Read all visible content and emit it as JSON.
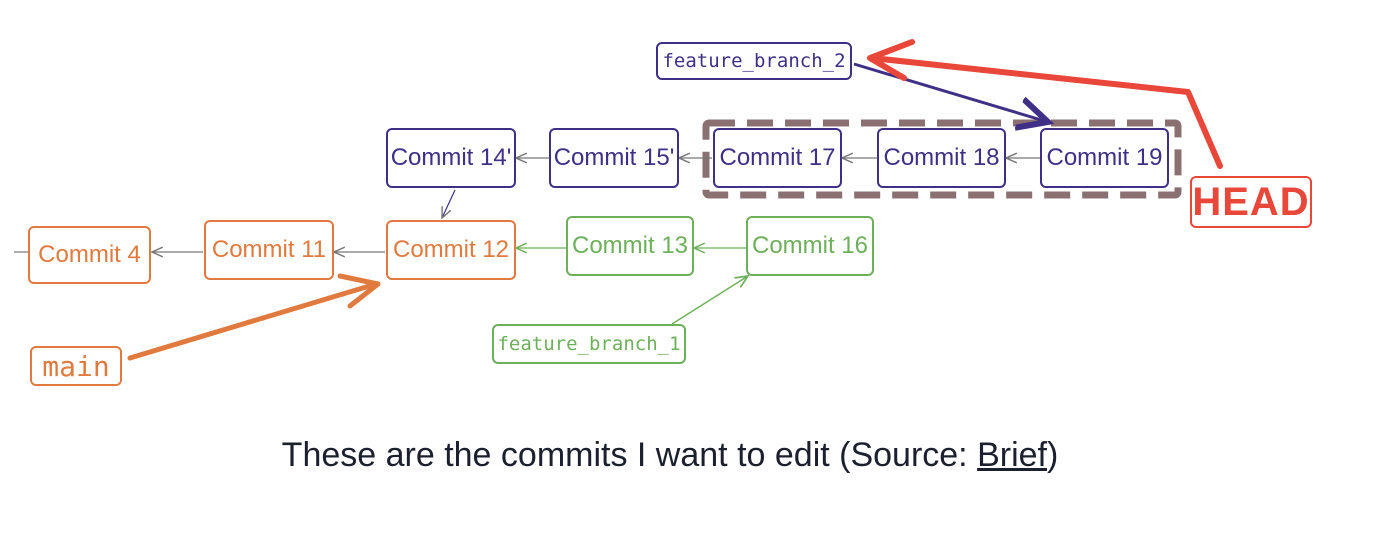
{
  "colors": {
    "main_branch": "#e07a3e",
    "feature_branch_1": "#6db05a",
    "feature_branch_2": "#3f2f86",
    "head": "#e8473a",
    "selection": "#8a7070"
  },
  "commits": {
    "c4": "Commit 4",
    "c11": "Commit 11",
    "c12": "Commit 12",
    "c13": "Commit 13",
    "c16": "Commit 16",
    "c14p": "Commit 14'",
    "c15p": "Commit 15'",
    "c17": "Commit 17",
    "c18": "Commit 18",
    "c19": "Commit 19"
  },
  "labels": {
    "main": "main",
    "feature_branch_1": "feature_branch_1",
    "feature_branch_2": "feature_branch_2",
    "head": "HEAD"
  },
  "caption": {
    "text": "These are the commits I want to edit (Source: ",
    "link": "Brief",
    "suffix": ")"
  }
}
